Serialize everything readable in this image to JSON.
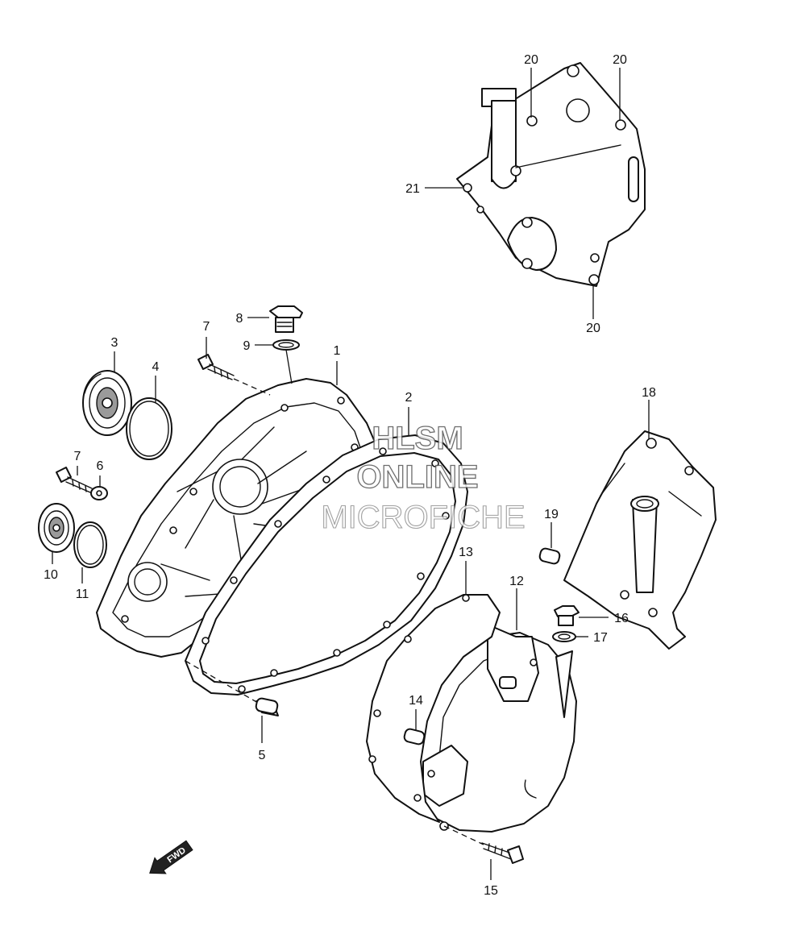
{
  "callouts": {
    "p1": "1",
    "p2": "2",
    "p3": "3",
    "p4": "4",
    "p5": "5",
    "p6": "6",
    "p7a": "7",
    "p7b": "7",
    "p8": "8",
    "p9": "9",
    "p10": "10",
    "p11": "11",
    "p12": "12",
    "p13": "13",
    "p14": "14",
    "p15": "15",
    "p16": "16",
    "p17": "17",
    "p18": "18",
    "p19": "19",
    "p20a": "20",
    "p20b": "20",
    "p20c": "20",
    "p21": "21"
  },
  "watermark": {
    "line1": "HLSM",
    "line2": "ONLINE",
    "line3": "MICROFICHE"
  },
  "fwd_arrow": {
    "label": "FWD"
  }
}
